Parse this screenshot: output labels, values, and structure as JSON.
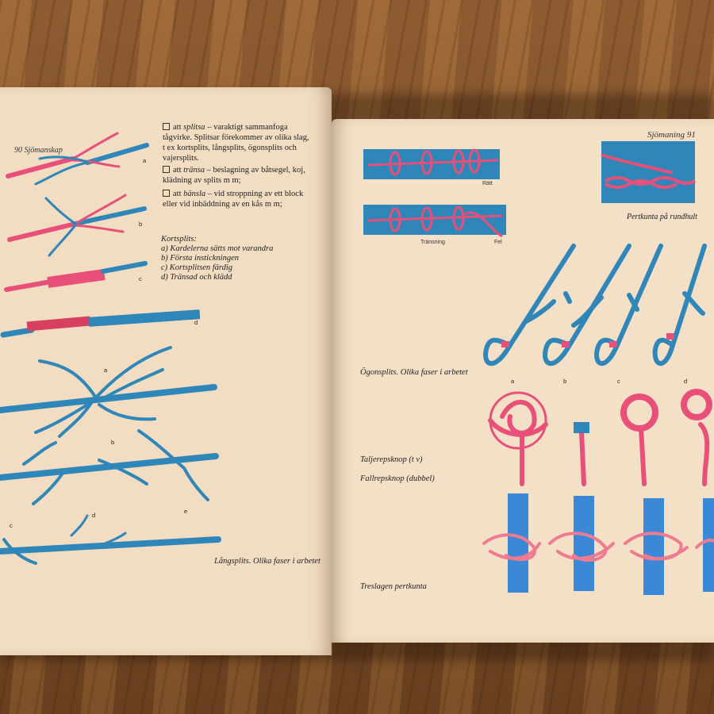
{
  "left_page": {
    "page_number": "90",
    "running_head": "Sjömanskap",
    "definitions": [
      {
        "term": "splitsa",
        "text": "varaktigt sammanfoga tågvirke. Splitsar förekommer av olika slag, t ex kortsplits, långsplits, ögonsplits och vajersplits."
      },
      {
        "term": "tränsa",
        "text": "beslagning av båtsegel, koj, klädning av splits m m;"
      },
      {
        "term": "bänsla",
        "text": "vid stroppning av ett block eller vid inbäddning av en kås m m;"
      }
    ],
    "att_word": "att",
    "kortsplits_title": "Kortsplits:",
    "kortsplits_steps": [
      "a) Kardelerna sätts mot varandra",
      "b) Första instickningen",
      "c) Kortsplitsen färdig",
      "d) Tränsad och klädd"
    ],
    "figure_letters_top": [
      "a",
      "b",
      "c",
      "d"
    ],
    "figure_letters_bottom": [
      "a",
      "b",
      "c",
      "d",
      "e"
    ],
    "langsplits_caption": "Långsplits. Olika faser i arbetet"
  },
  "right_page": {
    "page_number": "91",
    "running_head": "Sjömaning",
    "label_ratt": "Rätt",
    "label_transning": "Tränsning",
    "label_fel": "Fel",
    "pertkunta_caption": "Pertkunta på rundhult",
    "ogonsplits_caption": "Ögonsplits. Olika faser i arbetet",
    "ogonsplits_letters": [
      "a",
      "b",
      "c",
      "d"
    ],
    "taljerepsknop_caption": "Taljerepsknop (t v)",
    "fallrepsknop_caption": "Fallrepsknop (dubbel)",
    "treslagen_caption": "Treslagen pertkunta"
  },
  "colors": {
    "rope_blue": "#2f86b8",
    "rope_pink": "#e8507a",
    "page": "#f2ddc2",
    "wood": "#8a5a2f"
  }
}
